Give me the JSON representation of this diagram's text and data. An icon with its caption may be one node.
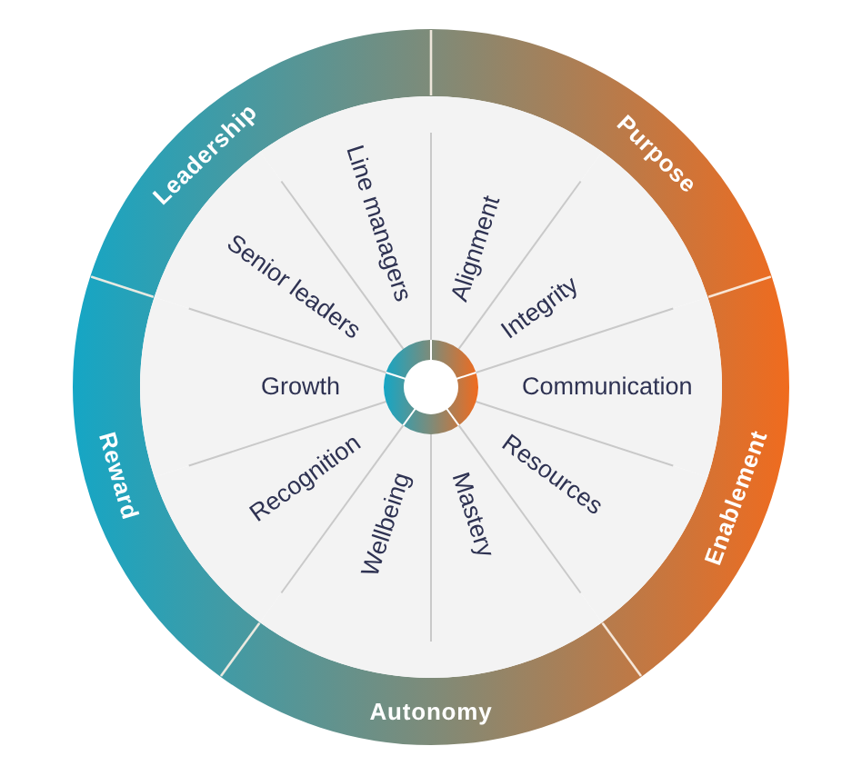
{
  "diagram": {
    "nodes": [
      {
        "text": [
          "Leadership"
        ]
      },
      {
        "text": [
          "Purpose"
        ]
      },
      {
        "text": [
          "Enablement"
        ]
      },
      {
        "text": [
          "Autonomy"
        ]
      },
      {
        "text": [
          "Reward"
        ]
      },
      {
        "text": [
          "Senior leaders"
        ]
      },
      {
        "text": [
          "Line managers"
        ]
      },
      {
        "text": [
          "Alignment"
        ]
      },
      {
        "text": [
          "Integrity"
        ]
      },
      {
        "text": [
          "Communication"
        ]
      },
      {
        "text": [
          "Resources"
        ]
      },
      {
        "text": [
          "Mastery"
        ]
      },
      {
        "text": [
          "Wellbeing"
        ]
      },
      {
        "text": [
          "Recognition"
        ]
      },
      {
        "text": [
          "Growth"
        ]
      }
    ]
  }
}
